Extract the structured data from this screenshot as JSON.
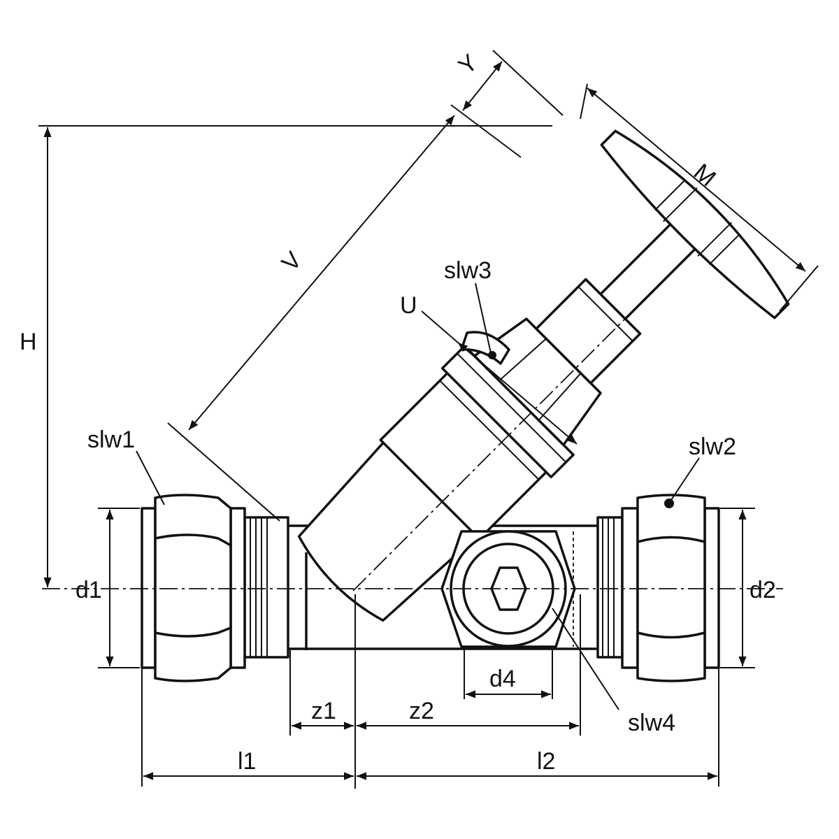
{
  "diagram": {
    "labels": {
      "Y": "Y",
      "M": "M",
      "V": "V",
      "H": "H",
      "U": "U",
      "slw1": "slw1",
      "slw2": "slw2",
      "slw3": "slw3",
      "slw4": "slw4",
      "d1": "d1",
      "d2": "d2",
      "d4": "d4",
      "z1": "z1",
      "z2": "z2",
      "l1": "l1",
      "l2": "l2"
    },
    "colors": {
      "ink": "#111111",
      "paper": "#ffffff"
    }
  }
}
